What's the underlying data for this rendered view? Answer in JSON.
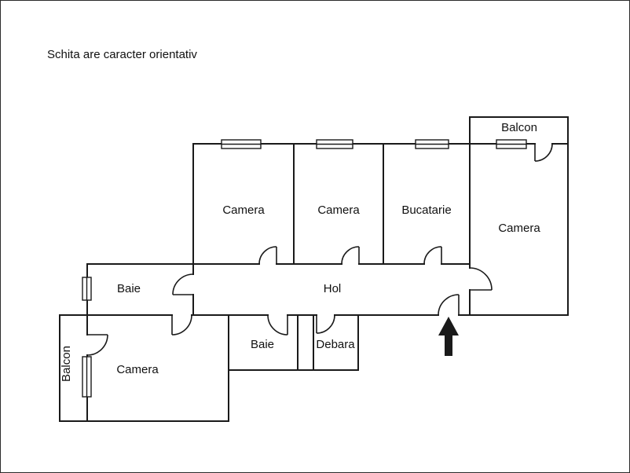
{
  "title": "Schita are caracter orientativ",
  "rooms": {
    "camera_top_1": "Camera",
    "camera_top_2": "Camera",
    "bucatarie": "Bucatarie",
    "balcon_top_right": "Balcon",
    "camera_right": "Camera",
    "baie_left": "Baie",
    "hol": "Hol",
    "camera_bottom_left": "Camera",
    "baie_bottom": "Baie",
    "debara": "Debara",
    "balcon_bottom_left": "Balcon"
  },
  "icons": {
    "entrance_arrow": "up-arrow"
  },
  "colors": {
    "wall": "#1a1a1a",
    "background": "#ffffff",
    "border": "#2b2b2b",
    "arrow": "#1a1a1a"
  }
}
